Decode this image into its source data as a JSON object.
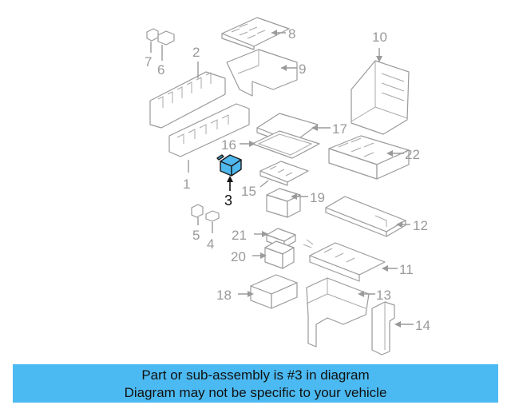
{
  "banner": {
    "line1": "Part or sub-assembly is #3 in diagram",
    "line2": "Diagram may not be specific to your vehicle"
  },
  "callouts": {
    "c1": "1",
    "c2": "2",
    "c3": "3",
    "c4": "4",
    "c5": "5",
    "c6": "6",
    "c7": "7",
    "c8": "8",
    "c9": "9",
    "c10": "10",
    "c11": "11",
    "c12": "12",
    "c13": "13",
    "c14": "14",
    "c15": "15",
    "c16": "16",
    "c17": "17",
    "c18": "18",
    "c19": "19",
    "c20": "20",
    "c21": "21",
    "c22": "22"
  },
  "highlight_color": "#4cbaf2"
}
